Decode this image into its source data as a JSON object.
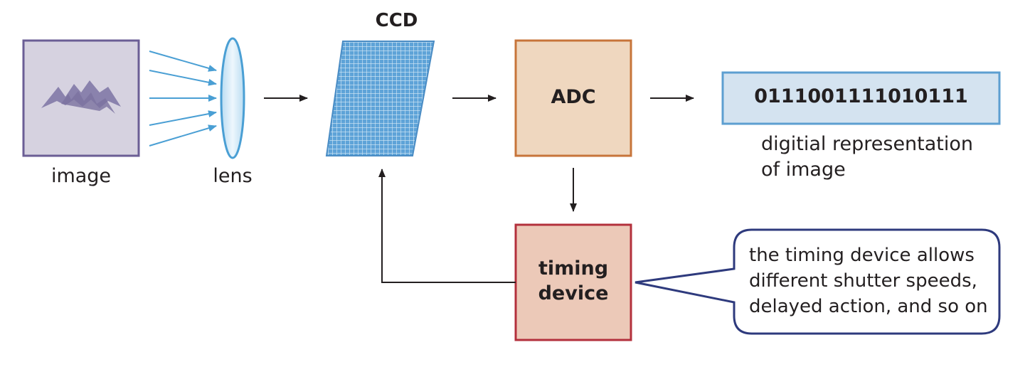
{
  "labels": {
    "image": "image",
    "lens": "lens",
    "ccd": "CCD",
    "adc": "ADC",
    "binary": "0111001111010111",
    "digital_line1": "digitial representation",
    "digital_line2": "of image",
    "timing_line1": "timing",
    "timing_line2": "device",
    "callout_line1": "the timing device allows",
    "callout_line2": "different shutter speeds,",
    "callout_line3": "delayed action, and so on"
  },
  "colors": {
    "image_fill": "#d6d2e0",
    "image_stroke": "#6b5e95",
    "mountain": "#8a82ad",
    "lens_stroke": "#4a9fd4",
    "ray": "#4a9fd4",
    "ccd_fill": "#5ea3d8",
    "adc_fill": "#efd7bf",
    "adc_stroke": "#c7743a",
    "binary_fill": "#d4e3f0",
    "binary_stroke": "#5d9fd1",
    "timing_fill": "#ecc9b8",
    "timing_stroke": "#b3303c",
    "callout_stroke": "#2e3a7d",
    "arrow": "#231f20"
  }
}
